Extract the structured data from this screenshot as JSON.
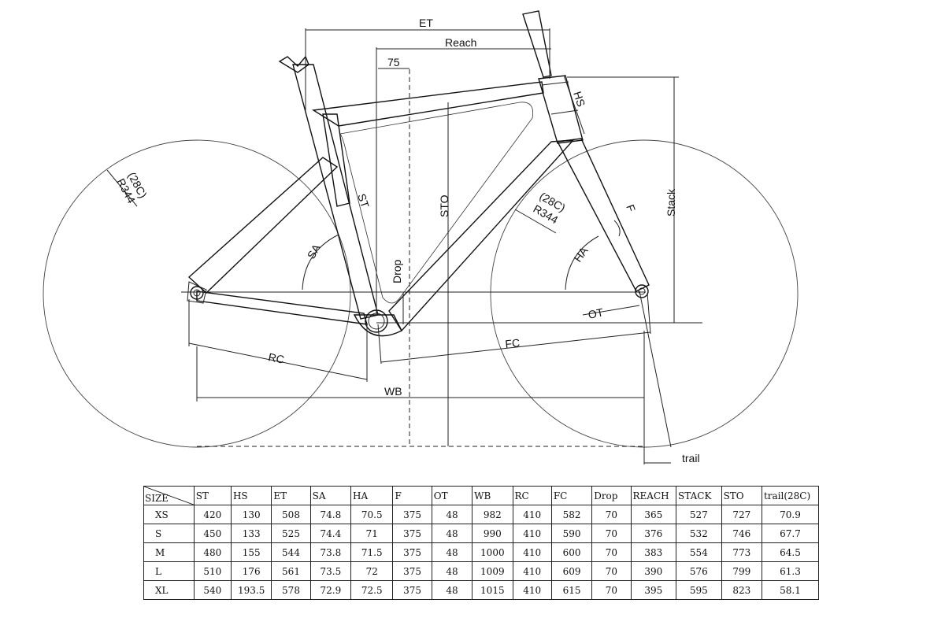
{
  "labels": {
    "et": "ET",
    "reach": "Reach",
    "offset75": "75",
    "hs": "HS",
    "stack": "Stack",
    "st": "ST",
    "sto": "STO",
    "sa": "SA",
    "drop": "Drop",
    "rc": "RC",
    "wb": "WB",
    "fc": "FC",
    "ha": "HA",
    "f": "F",
    "ot": "OT",
    "trail": "trail",
    "rear_tire": "(28C)",
    "rear_radius": "R344",
    "front_tire": "(28C)",
    "front_radius": "R344"
  },
  "table": {
    "corner": "SIZE",
    "headers": [
      "ST",
      "HS",
      "ET",
      "SA",
      "HA",
      "F",
      "OT",
      "WB",
      "RC",
      "FC",
      "Drop",
      "REACH",
      "STACK",
      "STO",
      "trail(28C)"
    ],
    "rows": [
      {
        "size": "XS",
        "values": [
          "420",
          "130",
          "508",
          "74.8",
          "70.5",
          "375",
          "48",
          "982",
          "410",
          "582",
          "70",
          "365",
          "527",
          "727",
          "70.9"
        ]
      },
      {
        "size": "S",
        "values": [
          "450",
          "133",
          "525",
          "74.4",
          "71",
          "375",
          "48",
          "990",
          "410",
          "590",
          "70",
          "376",
          "532",
          "746",
          "67.7"
        ]
      },
      {
        "size": "M",
        "values": [
          "480",
          "155",
          "544",
          "73.8",
          "71.5",
          "375",
          "48",
          "1000",
          "410",
          "600",
          "70",
          "383",
          "554",
          "773",
          "64.5"
        ]
      },
      {
        "size": "L",
        "values": [
          "510",
          "176",
          "561",
          "73.5",
          "72",
          "375",
          "48",
          "1009",
          "410",
          "609",
          "70",
          "390",
          "576",
          "799",
          "61.3"
        ]
      },
      {
        "size": "XL",
        "values": [
          "540",
          "193.5",
          "578",
          "72.9",
          "72.5",
          "375",
          "48",
          "1015",
          "410",
          "615",
          "70",
          "395",
          "595",
          "823",
          "58.1"
        ]
      }
    ]
  }
}
